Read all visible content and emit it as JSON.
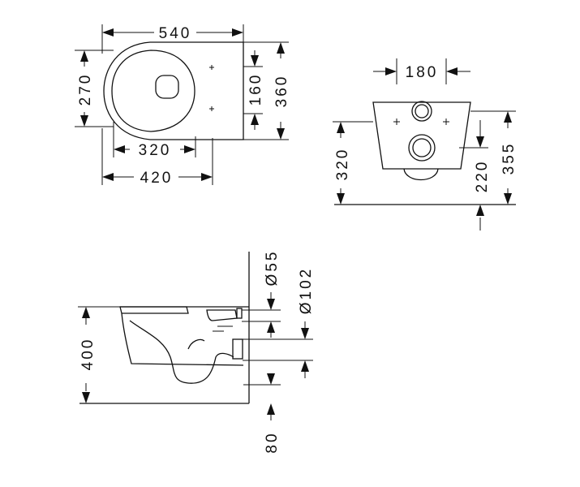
{
  "top_view": {
    "width_total": "540",
    "depth_bowl": "270",
    "depth_mount": "160",
    "depth_total": "360",
    "width_mid": "320",
    "width_bottom": "420"
  },
  "front_view": {
    "bolt_spacing": "180",
    "height_left": "320",
    "inlet_height": "220",
    "height_right": "355"
  },
  "side_view": {
    "height": "400",
    "dia_inlet": "Ø55",
    "dia_outlet": "Ø102",
    "floor_offset": "80"
  }
}
